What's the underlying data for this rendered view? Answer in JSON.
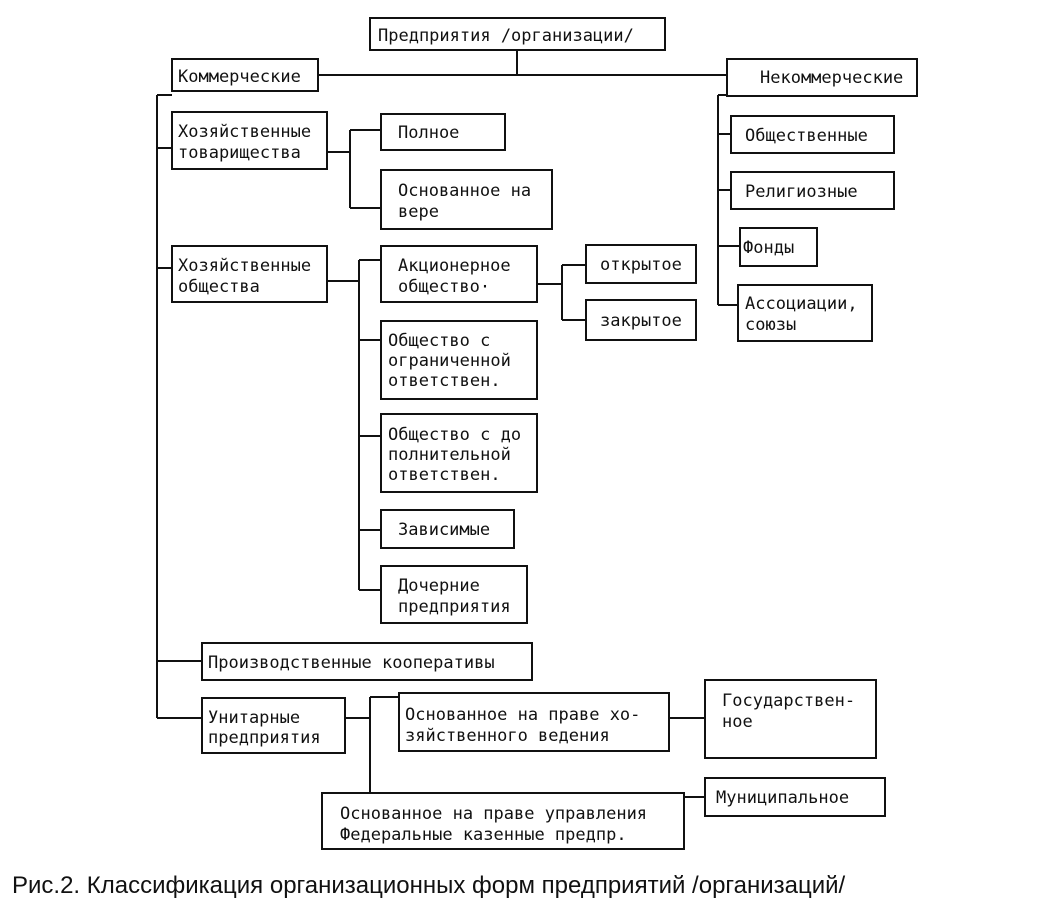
{
  "root": "Предприятия /организации/",
  "commercial": {
    "title": "Коммерческие",
    "partnerships": {
      "line1": "Хозяйственные",
      "line2": "товарищества",
      "full": "Полное",
      "limited_line1": "Основанное на",
      "limited_line2": "вере"
    },
    "companies": {
      "line1": "Хозяйственные",
      "line2": "общества",
      "jsc_line1": "Акционерное",
      "jsc_line2": "общество·",
      "open": "открытое",
      "closed": "закрытое",
      "llc_line1": "Общество с",
      "llc_line2": "ограниченной",
      "llc_line3": "ответствен.",
      "alc_line1": "Общество с до",
      "alc_line2": "полнительной",
      "alc_line3": "ответствен.",
      "dependent": "Зависимые",
      "subsidiary_line1": "Дочерние",
      "subsidiary_line2": "предприятия"
    },
    "cooperatives": "Производственные кооперативы",
    "unitary": {
      "line1": "Унитарные",
      "line2": "предприятия",
      "economic_line1": "Основанное на праве хо-",
      "economic_line2": "зяйственного ведения",
      "state_line1": "Государствен-",
      "state_line2": "ное",
      "operational_line1": "Основанное на праве управления",
      "operational_line2": "Федеральные казенные  предпр.",
      "municipal": "Муниципальное"
    }
  },
  "noncommercial": {
    "title": "Некоммерческие",
    "public": "Общественные",
    "religious": "Религиозные",
    "funds": "Фонды",
    "assoc_line1": "Ассоциации,",
    "assoc_line2": "союзы"
  },
  "caption": "Рис.2. Классификация организационных форм предприятий /организаций/"
}
